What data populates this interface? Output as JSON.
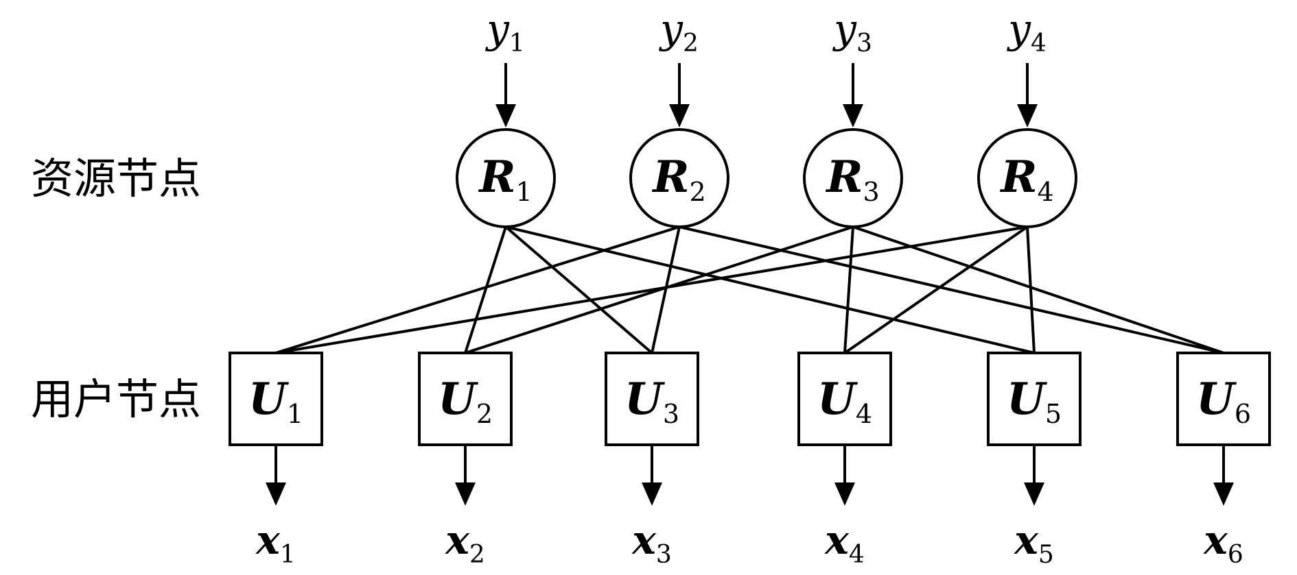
{
  "row_labels": {
    "resource": "资源节点",
    "user": "用户节点"
  },
  "resource_nodes": [
    {
      "base": "R",
      "sub": "1",
      "input_base": "y",
      "input_sub": "1"
    },
    {
      "base": "R",
      "sub": "2",
      "input_base": "y",
      "input_sub": "2"
    },
    {
      "base": "R",
      "sub": "3",
      "input_base": "y",
      "input_sub": "3"
    },
    {
      "base": "R",
      "sub": "4",
      "input_base": "y",
      "input_sub": "4"
    }
  ],
  "user_nodes": [
    {
      "base": "U",
      "sub": "1",
      "output_base": "x",
      "output_sub": "1"
    },
    {
      "base": "U",
      "sub": "2",
      "output_base": "x",
      "output_sub": "2"
    },
    {
      "base": "U",
      "sub": "3",
      "output_base": "x",
      "output_sub": "3"
    },
    {
      "base": "U",
      "sub": "4",
      "output_base": "x",
      "output_sub": "4"
    },
    {
      "base": "U",
      "sub": "5",
      "output_base": "x",
      "output_sub": "5"
    },
    {
      "base": "U",
      "sub": "6",
      "output_base": "x",
      "output_sub": "6"
    }
  ],
  "edges": [
    {
      "from": "R1",
      "to": "U2"
    },
    {
      "from": "R1",
      "to": "U3"
    },
    {
      "from": "R1",
      "to": "U5"
    },
    {
      "from": "R2",
      "to": "U1"
    },
    {
      "from": "R2",
      "to": "U3"
    },
    {
      "from": "R2",
      "to": "U6"
    },
    {
      "from": "R3",
      "to": "U2"
    },
    {
      "from": "R3",
      "to": "U4"
    },
    {
      "from": "R3",
      "to": "U6"
    },
    {
      "from": "R4",
      "to": "U1"
    },
    {
      "from": "R4",
      "to": "U4"
    },
    {
      "from": "R4",
      "to": "U5"
    }
  ]
}
